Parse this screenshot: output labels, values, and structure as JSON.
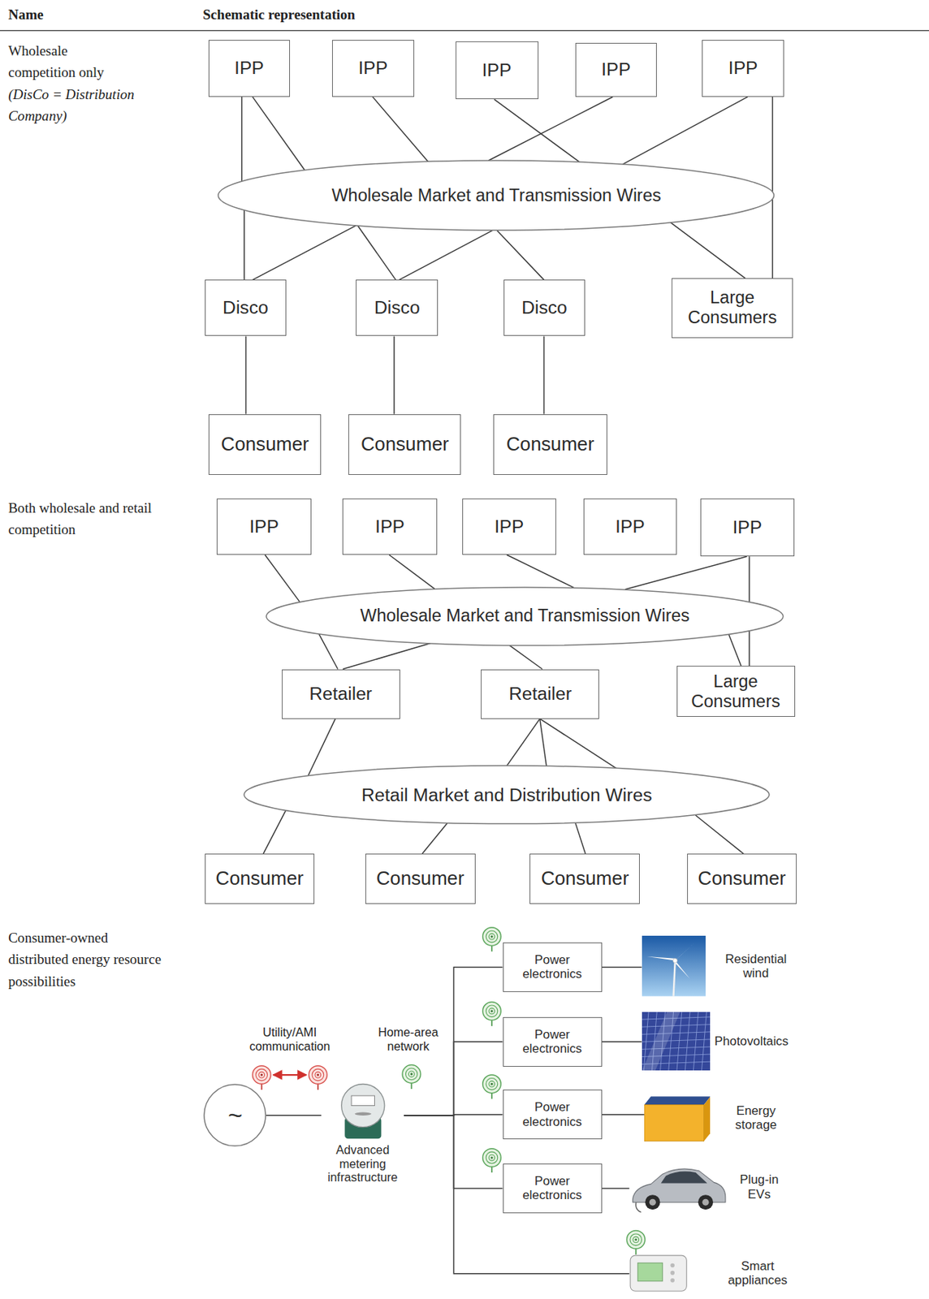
{
  "diagram": {
    "nodes": [
      {
        "text": [
          "IPP"
        ]
      },
      {
        "text": [
          "IPP"
        ]
      },
      {
        "text": [
          "IPP"
        ]
      },
      {
        "text": [
          "IPP"
        ]
      },
      {
        "text": [
          "IPP"
        ]
      },
      {
        "text": [
          "Wholesale Market and Transmission Wires"
        ]
      },
      {
        "text": [
          "Disco"
        ]
      },
      {
        "text": [
          "Disco"
        ]
      },
      {
        "text": [
          "Disco"
        ]
      },
      {
        "text": [
          "Large Consumers"
        ]
      },
      {
        "text": [
          "Consumer"
        ]
      },
      {
        "text": [
          "Consumer"
        ]
      },
      {
        "text": [
          "Consumer"
        ]
      },
      {
        "text": [
          "IPP"
        ]
      },
      {
        "text": [
          "IPP"
        ]
      },
      {
        "text": [
          "IPP"
        ]
      },
      {
        "text": [
          "IPP"
        ]
      },
      {
        "text": [
          "IPP"
        ]
      },
      {
        "text": [
          "Wholesale Market and Transmission Wires"
        ]
      },
      {
        "text": [
          "Retailer"
        ]
      },
      {
        "text": [
          "Retailer"
        ]
      },
      {
        "text": [
          "Large Consumers"
        ]
      },
      {
        "text": [
          "Retail Market and Distribution Wires"
        ]
      },
      {
        "text": [
          "Consumer"
        ]
      },
      {
        "text": [
          "Consumer"
        ]
      },
      {
        "text": [
          "Consumer"
        ]
      },
      {
        "text": [
          "Consumer"
        ]
      },
      {
        "text": [
          "~"
        ]
      },
      {
        "text": [
          "Advanced metering infrastructure"
        ]
      },
      {
        "text": [
          "Power electronics"
        ]
      },
      {
        "text": [
          "Residential wind"
        ]
      },
      {
        "text": [
          "Power electronics"
        ]
      },
      {
        "text": [
          "Photovoltaics"
        ]
      },
      {
        "text": [
          "Power electronics"
        ]
      },
      {
        "text": [
          "Energy storage"
        ]
      },
      {
        "text": [
          "Power electronics"
        ]
      },
      {
        "text": [
          "Plug-in EVs"
        ]
      },
      {
        "text": [
          "Smart appliances"
        ]
      }
    ],
    "edges": [
      {
        "from": 0,
        "to": 5,
        "arrow": "none"
      },
      {
        "from": 0,
        "to": 5,
        "arrow": "none"
      },
      {
        "from": 1,
        "to": 5,
        "arrow": "none"
      },
      {
        "from": 2,
        "to": 5,
        "arrow": "none"
      },
      {
        "from": 3,
        "to": 5,
        "arrow": "none"
      },
      {
        "from": 4,
        "to": 5,
        "arrow": "none"
      },
      {
        "from": 4,
        "to": 5,
        "arrow": "none"
      },
      {
        "from": 5,
        "to": 6,
        "arrow": "none"
      },
      {
        "from": 5,
        "to": 6,
        "arrow": "none"
      },
      {
        "from": 5,
        "to": 7,
        "arrow": "none"
      },
      {
        "from": 5,
        "to": 7,
        "arrow": "none"
      },
      {
        "from": 5,
        "to": 8,
        "arrow": "none"
      },
      {
        "from": 5,
        "to": 9,
        "arrow": "none"
      },
      {
        "from": 5,
        "to": 9,
        "arrow": "none"
      },
      {
        "from": 6,
        "to": 10,
        "arrow": "none"
      },
      {
        "from": 7,
        "to": 11,
        "arrow": "none"
      },
      {
        "from": 8,
        "to": 12,
        "arrow": "none"
      },
      {
        "from": 13,
        "to": 18,
        "arrow": "none"
      },
      {
        "from": 14,
        "to": 18,
        "arrow": "none"
      },
      {
        "from": 15,
        "to": 18,
        "arrow": "none"
      },
      {
        "from": 17,
        "to": 18,
        "arrow": "none"
      },
      {
        "from": 17,
        "to": 18,
        "arrow": "none"
      },
      {
        "from": 18,
        "to": 19,
        "arrow": "none"
      },
      {
        "from": 18,
        "to": 19,
        "arrow": "none"
      },
      {
        "from": 18,
        "to": 20,
        "arrow": "none"
      },
      {
        "from": 18,
        "to": 21,
        "arrow": "none"
      },
      {
        "from": 18,
        "to": 21,
        "arrow": "none"
      },
      {
        "from": 19,
        "to": 22,
        "arrow": "none"
      },
      {
        "from": 20,
        "to": 22,
        "arrow": "none"
      },
      {
        "from": 20,
        "to": 22,
        "arrow": "none"
      },
      {
        "from": 20,
        "to": 22,
        "arrow": "none"
      },
      {
        "from": 22,
        "to": 23,
        "arrow": "none"
      },
      {
        "from": 22,
        "to": 24,
        "arrow": "none"
      },
      {
        "from": 22,
        "to": 25,
        "arrow": "none"
      },
      {
        "from": 22,
        "to": 26,
        "arrow": "none"
      },
      {
        "from": 27,
        "to": 28,
        "arrow": "none"
      },
      {
        "from": 28,
        "to": 29,
        "arrow": "none"
      },
      {
        "from": 28,
        "to": 31,
        "arrow": "none"
      },
      {
        "from": 28,
        "to": 33,
        "arrow": "none"
      },
      {
        "from": 28,
        "to": 35,
        "arrow": "none"
      },
      {
        "from": 28,
        "to": 37,
        "arrow": "none"
      },
      {
        "from": 29,
        "to": 30,
        "arrow": "none"
      },
      {
        "from": 31,
        "to": 32,
        "arrow": "none"
      },
      {
        "from": 33,
        "to": 34,
        "arrow": "none"
      },
      {
        "from": 35,
        "to": 36,
        "arrow": "none"
      }
    ],
    "labels": [
      "Name",
      "Schematic representation",
      "Wholesale competition only",
      "(DisCo = Distribution Company)",
      "Both wholesale and retail competition",
      "Consumer-owned distributed energy resource possibilities",
      "Utility/AMI communication",
      "Home-area network"
    ]
  }
}
